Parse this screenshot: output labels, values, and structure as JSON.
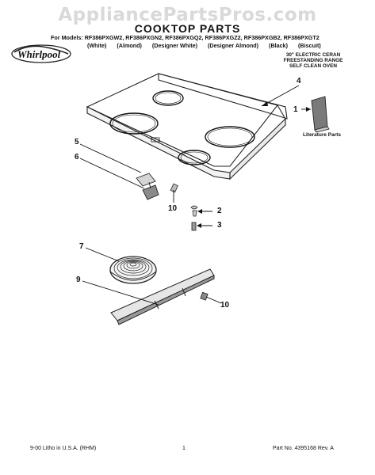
{
  "watermark": "AppliancePartsPros.com",
  "title": "COOKTOP PARTS",
  "models_line": "For Models: RF386PXGW2, RF386PXGN2, RF386PXGQ2, RF386PXGZ2, RF386PXGB2, RF386PXGT2",
  "colors": [
    "(White)",
    "(Almond)",
    "(Designer White)",
    "(Designer Almond)",
    "(Black)",
    "(Biscuit)"
  ],
  "brand": "Whirlpool",
  "range_description": [
    "30\" ELECTRIC CERAN",
    "FREESTANDING RANGE",
    "SELF CLEAN OVEN"
  ],
  "literature_label": "Literature Parts",
  "callouts": {
    "c1": "1",
    "c2": "2",
    "c3": "3",
    "c4": "4",
    "c5": "5",
    "c6": "6",
    "c7": "7",
    "c9": "9",
    "c10a": "10",
    "c10b": "10"
  },
  "footer": {
    "left": "9-00 Litho in U.S.A. (RHM)",
    "center": "1",
    "right": "Part No. 4395168 Rev. A"
  }
}
